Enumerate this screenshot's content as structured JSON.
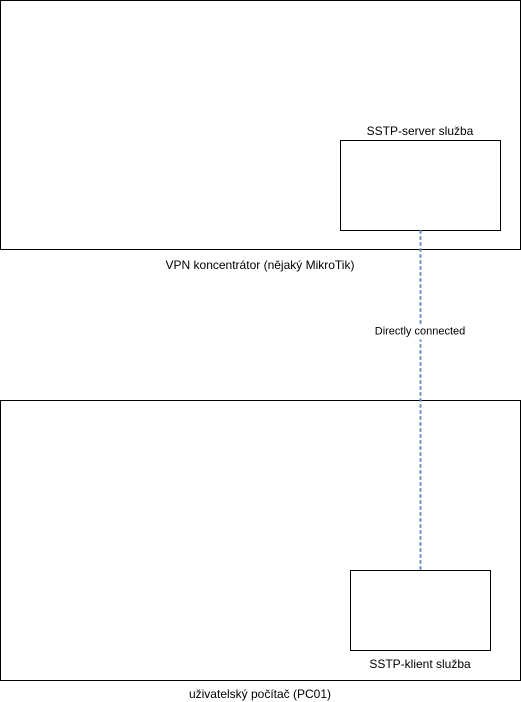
{
  "nodes": {
    "vpn_concentrator": {
      "label": "VPN koncentrátor (nějaký MikroTik)"
    },
    "sstp_server": {
      "label": "SSTP-server služba"
    },
    "user_pc": {
      "label": "uživatelský počítač (PC01)"
    },
    "sstp_client": {
      "label": "SSTP-klient služba"
    }
  },
  "edges": [
    {
      "from": "SSTP-server služba",
      "to": "SSTP-klient služba",
      "label": "Directly connected",
      "style": "dotted",
      "color": "#6c8ebf"
    }
  ]
}
